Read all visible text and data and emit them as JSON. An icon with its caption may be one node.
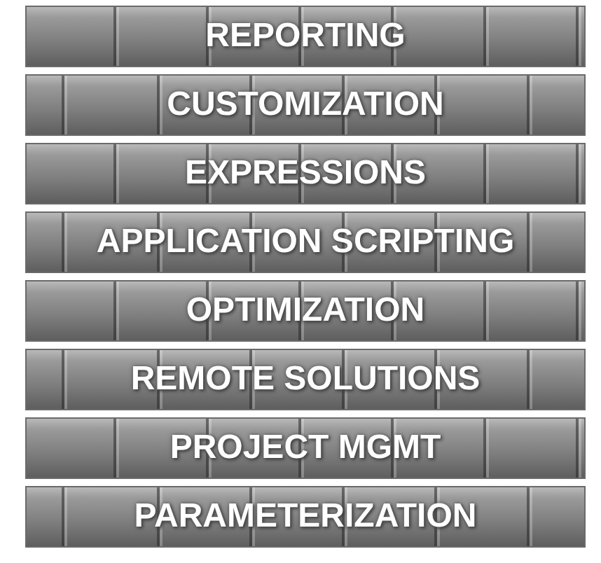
{
  "diagram": {
    "nodes": [
      {
        "text": [
          "REPORTING"
        ]
      },
      {
        "text": [
          "CUSTOMIZATION"
        ]
      },
      {
        "text": [
          "EXPRESSIONS"
        ]
      },
      {
        "text": [
          "APPLICATION SCRIPTING"
        ]
      },
      {
        "text": [
          "OPTIMIZATION"
        ]
      },
      {
        "text": [
          "REMOTE SOLUTIONS"
        ]
      },
      {
        "text": [
          "PROJECT MGMT"
        ]
      },
      {
        "text": [
          "PARAMETERIZATION"
        ]
      }
    ]
  }
}
